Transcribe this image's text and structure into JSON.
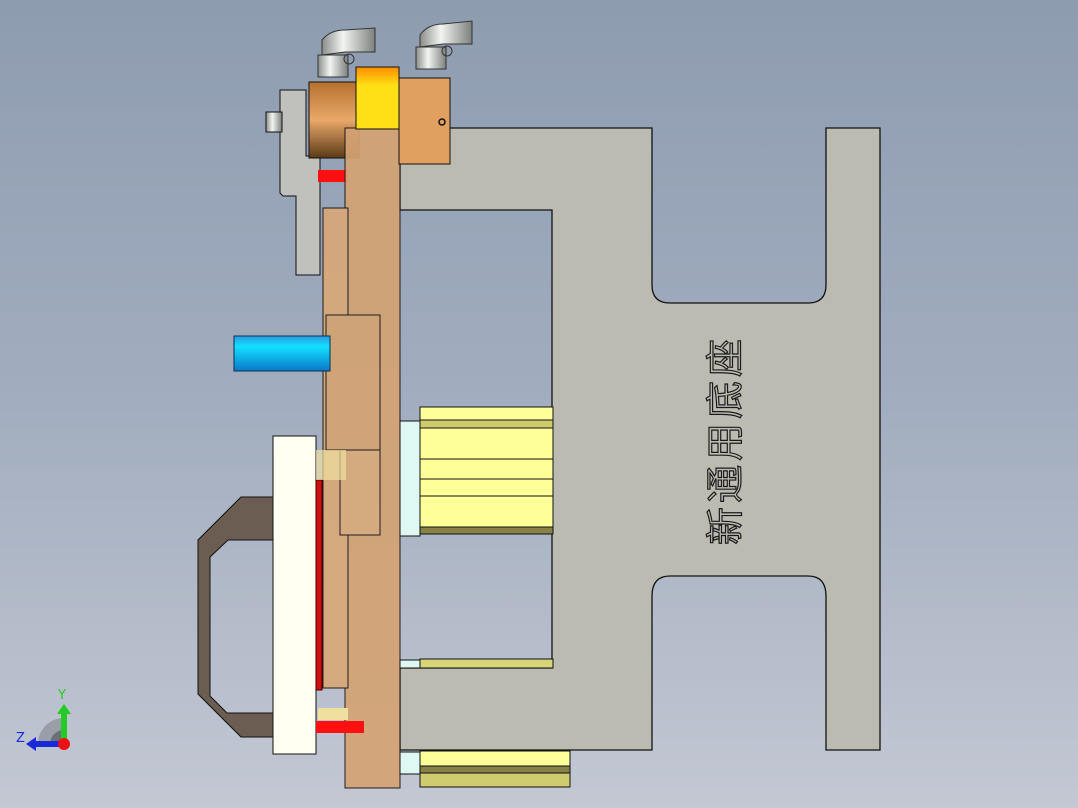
{
  "viewport": {
    "background_top": "#8e9cb0",
    "background_bottom": "#c3c8d3"
  },
  "model": {
    "engraved_text": "新通用底座",
    "colors": {
      "base_plate": "#bcbbb2",
      "transparent_block": "#d4a373",
      "cylinder_body": "#e0a060",
      "yellow_block": "#ffe016",
      "blue_pin": "#10d8ff",
      "red_rod": "#ff1010",
      "guide_rails": "#ffff99",
      "handle": "#6b5d52",
      "cream_plate": "#fffff2"
    }
  },
  "triad": {
    "y_label": "Y",
    "z_label": "Z",
    "y_color": "#22cc22",
    "z_color": "#1a2ad8",
    "origin_color": "#ee1111"
  }
}
